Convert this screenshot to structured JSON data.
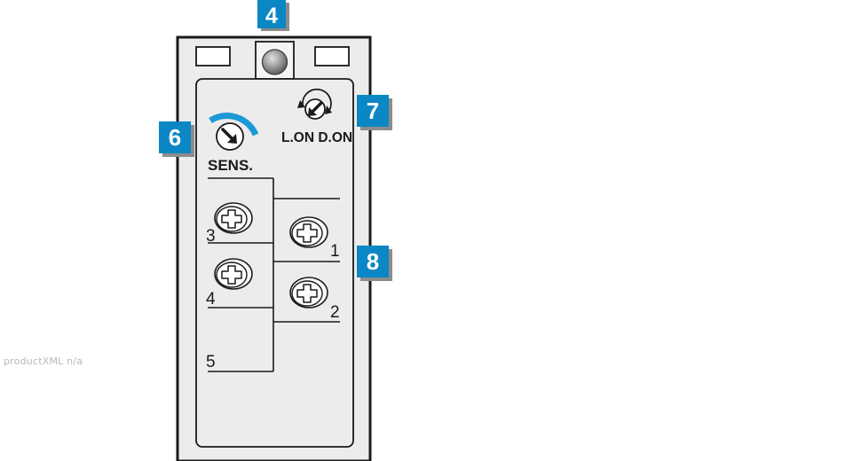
{
  "callouts": {
    "c4": "4",
    "c6": "6",
    "c7": "7",
    "c8": "8"
  },
  "labels": {
    "sens": "SENS.",
    "lon_don": "L.ON D.ON"
  },
  "terminals": {
    "t1": "1",
    "t2": "2",
    "t3": "3",
    "t4": "4",
    "t5": "5"
  },
  "watermark": "productXML n/a",
  "colors": {
    "callout_fill": "#0a87c4",
    "callout_shadow": "#8c8c8c",
    "panel_fill": "#ececec",
    "outline": "#1a1a1a",
    "sens_arc": "#1c9ad6"
  },
  "icons": {
    "led": "led-indicator-icon",
    "sens": "sensitivity-dial-icon",
    "mode": "mode-switch-icon",
    "screw": "phillips-screw-icon"
  }
}
